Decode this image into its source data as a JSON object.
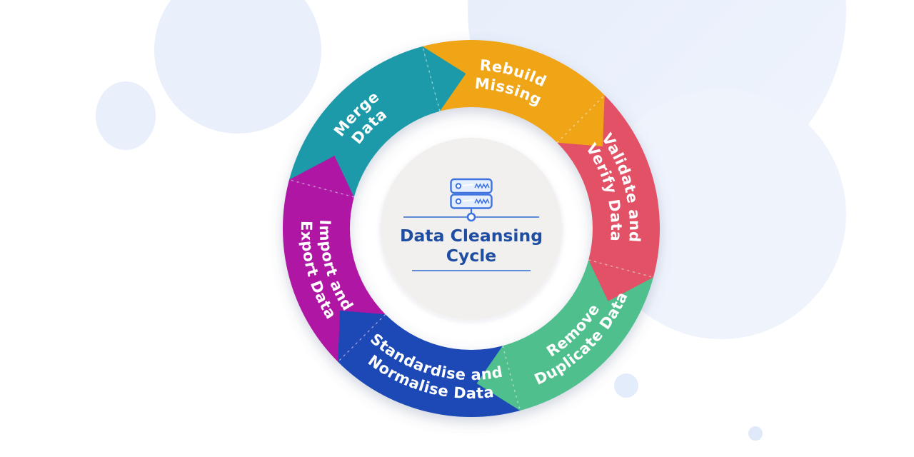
{
  "title": {
    "line1": "Data Cleansing",
    "line2": "Cycle",
    "text_color": "#1e4da1"
  },
  "center": {
    "icon": "server-stack-icon",
    "icon_stroke": "#3f74e0",
    "icon_fill": "#e4eefc",
    "rule_color": "#5c8cd9",
    "disc_color": "#f1f0ee"
  },
  "divider_color": "rgba(255,255,255,0.5)",
  "segments": [
    {
      "id": "rebuild-missing",
      "label": "Rebuild Missing",
      "line1": "Rebuild",
      "line2": "Missing",
      "color": "#efa512"
    },
    {
      "id": "validate-verify",
      "label": "Validate and Verify Data",
      "line1": "Validate and",
      "line2": "Verify Data",
      "color": "#e25165"
    },
    {
      "id": "remove-duplicate",
      "label": "Remove Duplicate Data",
      "line1": "Remove",
      "line2": "Duplicate Data",
      "color": "#4fc08d"
    },
    {
      "id": "standardise-normalise",
      "label": "Standardise and Normalise Data",
      "line1": "Standardise and",
      "line2": "Normalise Data",
      "color": "#1e4ab6"
    },
    {
      "id": "import-export",
      "label": "Import and Export Data",
      "line1": "Import and",
      "line2": "Export Data",
      "color": "#b013a4"
    },
    {
      "id": "merge-data",
      "label": "Merge Data",
      "line1": "Merge",
      "line2": "Data",
      "color": "#1b9aa9"
    }
  ],
  "background": {
    "page": "#ffffff",
    "blob_tint": "#e8effb"
  }
}
